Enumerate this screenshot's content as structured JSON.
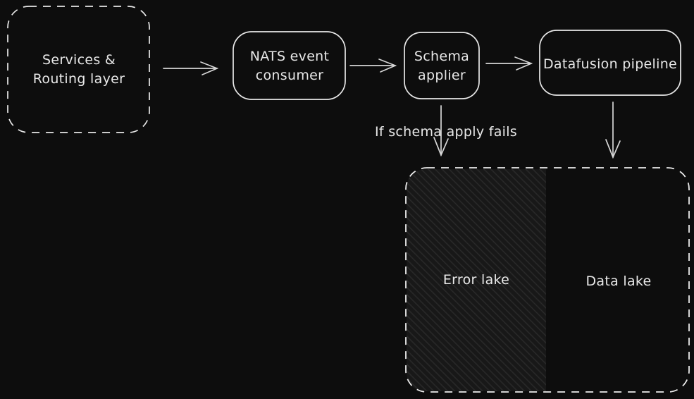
{
  "diagram": {
    "background_color": "#0d0d0d",
    "stroke_color": "#e8e8e8",
    "arrow_color": "#d6d6d6",
    "hatch_fill_color": "#181818",
    "hatch_line_color": "#2a2a2a"
  },
  "nodes": {
    "services_routing": {
      "label": "Services & Routing layer"
    },
    "nats_consumer": {
      "label": "NATS event consumer"
    },
    "schema_applier": {
      "label": "Schema applier"
    },
    "datafusion_pipeline": {
      "label": "Datafusion pipeline"
    },
    "error_lake": {
      "label": "Error lake"
    },
    "data_lake": {
      "label": "Data lake"
    }
  },
  "edges": {
    "schema_fail": {
      "label": "If schema apply fails"
    }
  }
}
